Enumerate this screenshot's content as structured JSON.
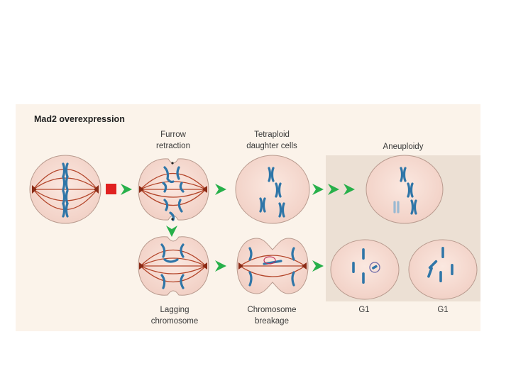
{
  "figure": {
    "title": "Mad2 overexpression",
    "labels": {
      "furrow_retraction": [
        "Furrow",
        "retraction"
      ],
      "tetraploid_daughter_cells": [
        "Tetraploid",
        "daughter cells"
      ],
      "aneuploidy": "Aneuploidy",
      "lagging_chromosome": [
        "Lagging",
        "chromosome"
      ],
      "chromosome_breakage": [
        "Chromosome",
        "breakage"
      ],
      "g1_left": "G1",
      "g1_right": "G1"
    },
    "colors": {
      "panel_bg": "#fbf3ea",
      "aneuploidy_bg": "#ece0d4",
      "cell_fill": "#f6dcd3",
      "cell_stroke": "#b89a8e",
      "spindle": "#b3452a",
      "chromosome": "#2f76a8",
      "arrow": "#27b04a",
      "block": "#e02020"
    }
  }
}
